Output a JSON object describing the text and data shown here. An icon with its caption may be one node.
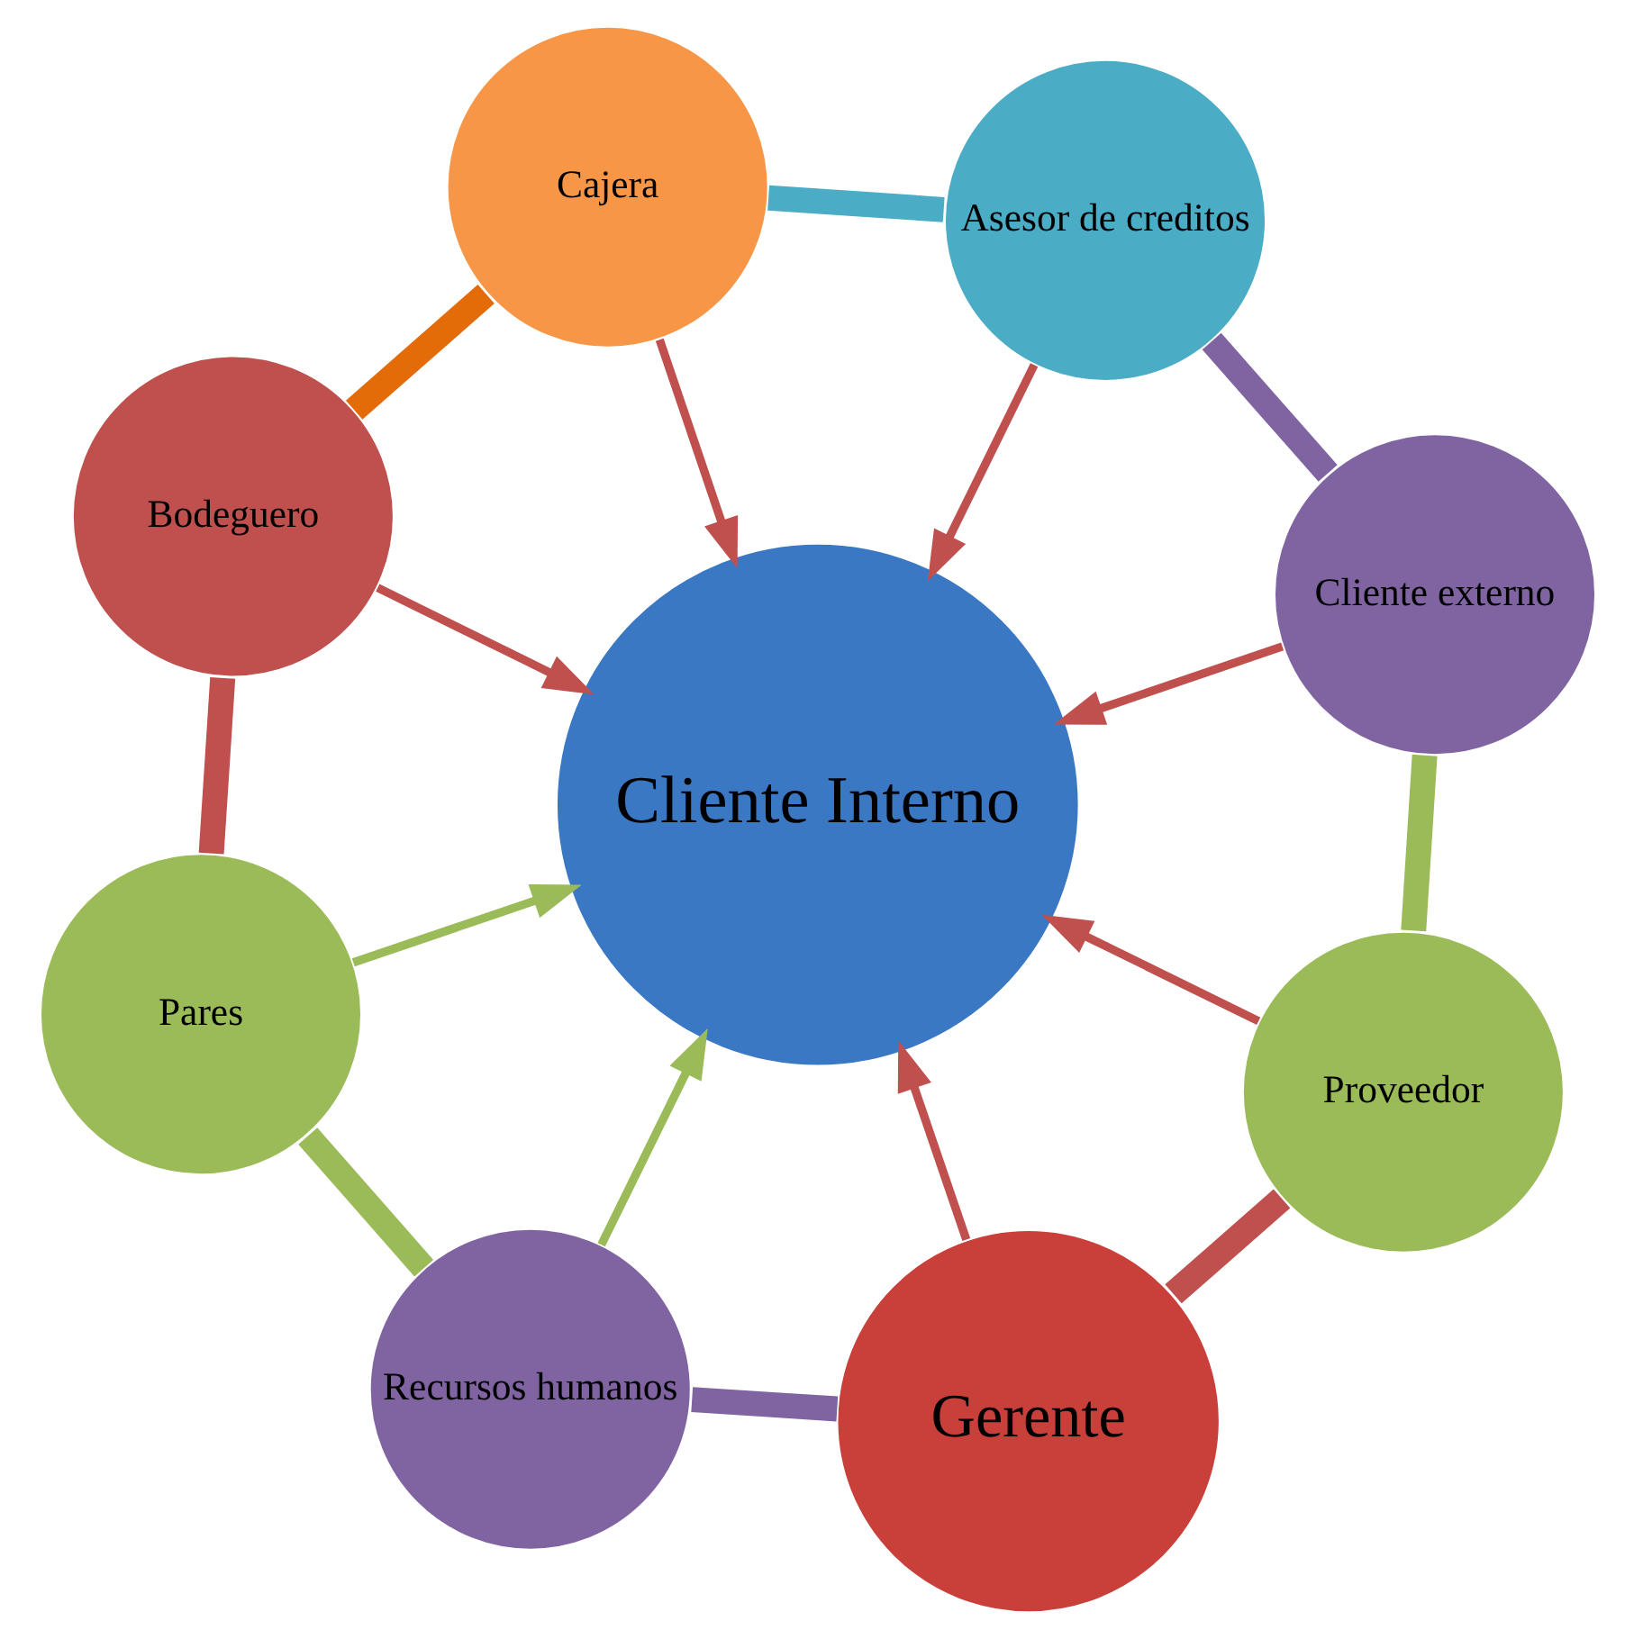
{
  "diagram": {
    "nodes": [
      {
        "text": [
          "Gerente"
        ]
      },
      {
        "text": [
          "Proveedor"
        ]
      },
      {
        "text": [
          "Cliente externo"
        ]
      },
      {
        "text": [
          "Asesor de creditos"
        ]
      },
      {
        "text": [
          "Cajera"
        ]
      },
      {
        "text": [
          "Bodeguero"
        ]
      },
      {
        "text": [
          "Pares"
        ]
      },
      {
        "text": [
          "Recursos humanos"
        ]
      },
      {
        "text": [
          "Cliente Interno"
        ]
      }
    ],
    "edges": [
      {
        "from": 0,
        "to": 8,
        "arrow": "to"
      },
      {
        "from": 1,
        "to": 8,
        "arrow": "to"
      },
      {
        "from": 2,
        "to": 8,
        "arrow": "to"
      },
      {
        "from": 3,
        "to": 8,
        "arrow": "to"
      },
      {
        "from": 4,
        "to": 8,
        "arrow": "to"
      },
      {
        "from": 5,
        "to": 8,
        "arrow": "to"
      },
      {
        "from": 6,
        "to": 8,
        "arrow": "to",
        "color": "#9bbb59"
      },
      {
        "from": 7,
        "to": 8,
        "arrow": "to",
        "color": "#9bbb59"
      },
      {
        "from": 0,
        "to": 1,
        "arrow": "none",
        "style": "thick",
        "color": "#c0504d"
      },
      {
        "from": 1,
        "to": 2,
        "arrow": "none",
        "style": "thick",
        "color": "#9bbb59"
      },
      {
        "from": 2,
        "to": 3,
        "arrow": "none",
        "style": "thick",
        "color": "#8064a2"
      },
      {
        "from": 3,
        "to": 4,
        "arrow": "none",
        "style": "thick",
        "color": "#4bacc6"
      },
      {
        "from": 4,
        "to": 5,
        "arrow": "none",
        "style": "thick",
        "color": "#e36c09"
      },
      {
        "from": 5,
        "to": 6,
        "arrow": "none",
        "style": "thick",
        "color": "#c0504d"
      },
      {
        "from": 6,
        "to": 7,
        "arrow": "none",
        "style": "thick",
        "color": "#9bbb59"
      },
      {
        "from": 7,
        "to": 0,
        "arrow": "none",
        "style": "thick",
        "color": "#8064a2"
      }
    ]
  }
}
